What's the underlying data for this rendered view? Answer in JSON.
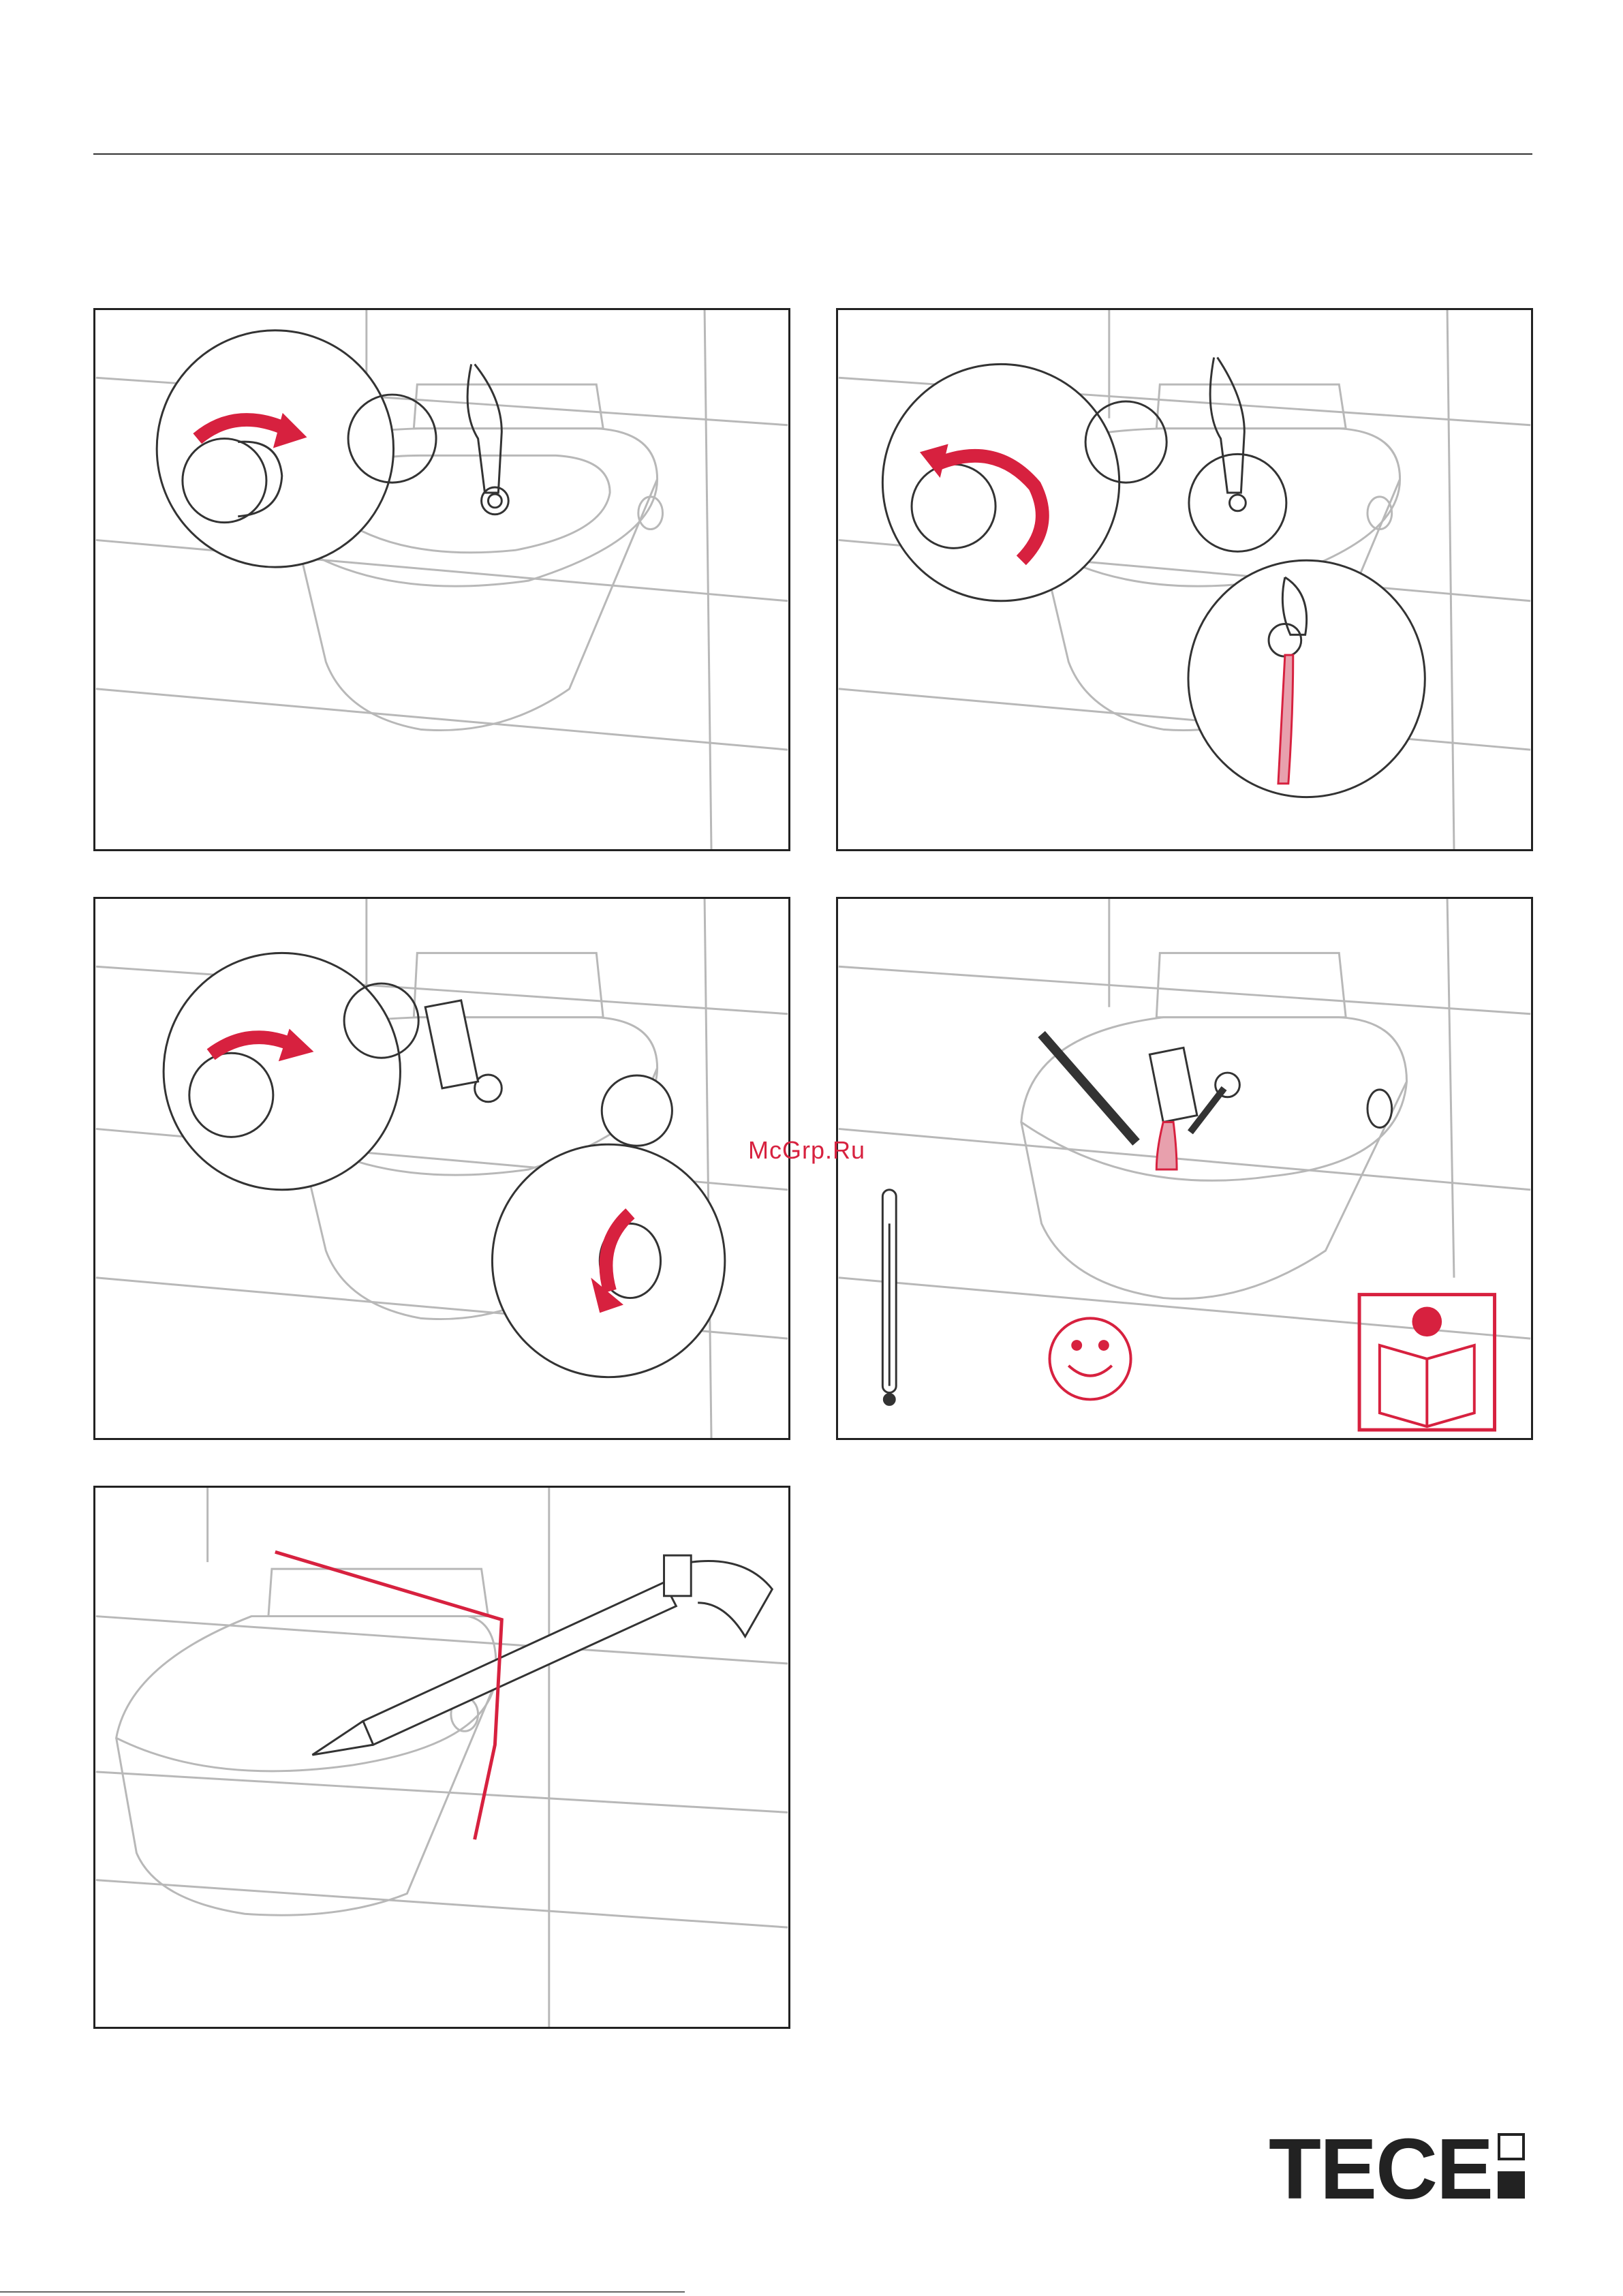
{
  "watermark": "McGrp.Ru",
  "brand": {
    "name": "TECE"
  },
  "colors": {
    "accent": "#d7213f",
    "line": "#b8b8b8",
    "frame": "#222222"
  },
  "panels": [
    {
      "id": 1,
      "icons": [
        "toilet-outline",
        "zoom-circle",
        "knob-rotate-right-arrow",
        "hand-press"
      ]
    },
    {
      "id": 2,
      "icons": [
        "toilet-outline",
        "zoom-circle",
        "knob-rotate-left-arrow",
        "hand-press",
        "water-jet"
      ]
    },
    {
      "id": 3,
      "icons": [
        "toilet-outline",
        "zoom-circle",
        "knob-rotate-right-arrow",
        "cup",
        "side-knob-rotate-arrow"
      ]
    },
    {
      "id": 4,
      "icons": [
        "toilet-outline",
        "thermometer",
        "cup",
        "water-jet",
        "smiley",
        "read-manual"
      ]
    },
    {
      "id": 5,
      "icons": [
        "toilet-outline",
        "silicone-gun",
        "sealant-line"
      ]
    }
  ]
}
